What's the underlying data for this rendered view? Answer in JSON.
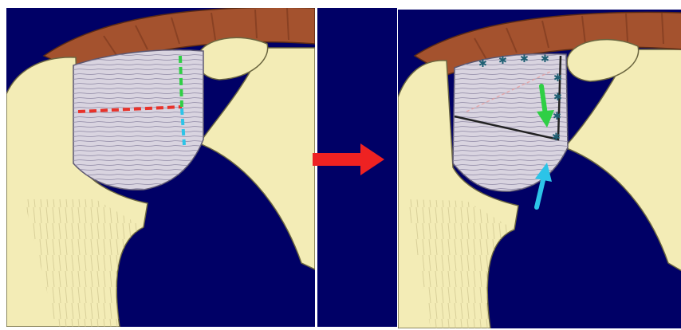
{
  "figure": {
    "panels": [
      {
        "id": "before",
        "description_marks": [
          "red-dashed-incision",
          "green-dashed-line",
          "cyan-dashed-line"
        ]
      },
      {
        "id": "after",
        "description_marks": [
          "sutured-capsule-flap",
          "green-arrow",
          "cyan-arrow"
        ]
      }
    ],
    "colors": {
      "background_navy": "#000066",
      "bone_cream": "#f3ecb6",
      "bone_shadow": "#e2d898",
      "muscle_brown": "#a4522e",
      "muscle_dark": "#7f3a1f",
      "capsule": "#d9d4e0",
      "capsule_lines": "#8d87a3",
      "incision_red": "#e8322a",
      "guide_green": "#2fcf45",
      "guide_cyan": "#2cc4e8",
      "transition_arrow_red": "#ee2222",
      "suture_marker": "#1f5f73"
    },
    "icons": [
      "transition-arrow-icon",
      "green-arrow-icon",
      "cyan-arrow-icon",
      "suture-marker-icon"
    ]
  }
}
